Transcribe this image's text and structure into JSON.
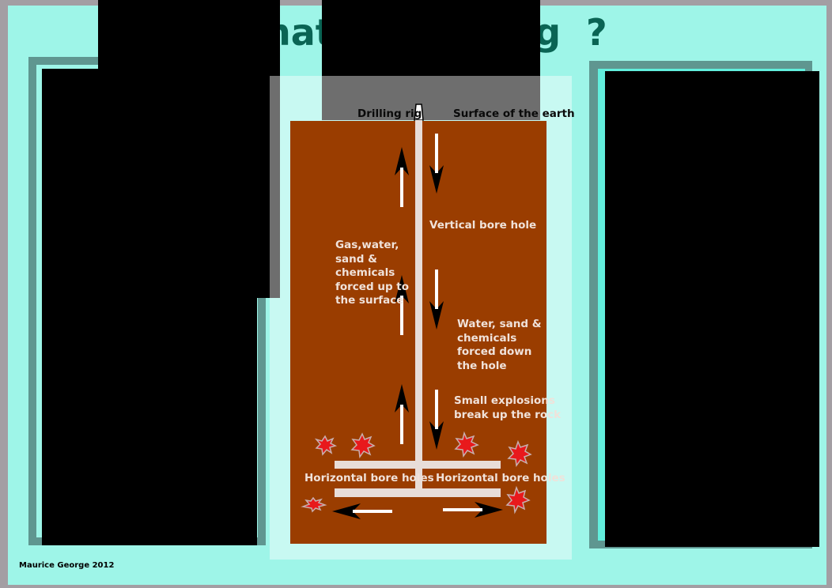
{
  "title": "What is fracking  ?",
  "diagram": {
    "drilling_rig": "Drilling rig",
    "surface": "Surface of the earth",
    "vertical_bore": "Vertical bore hole",
    "gas_up": "Gas,water, sand & chemicals forced up to the surface",
    "water_down": "Water, sand & chemicals forced down the hole",
    "explosions": "Small explosions break up the rock",
    "horizontal_left": "Horizontal bore holes",
    "horizontal_right": "Horizontal bore holes"
  },
  "credit": "Maurice George 2012",
  "colors": {
    "background": "#9ef5e8",
    "rock": "#9a3d00",
    "title": "#0a6454",
    "pipe": "#e8ddd8",
    "explosion": "#e8191c"
  }
}
